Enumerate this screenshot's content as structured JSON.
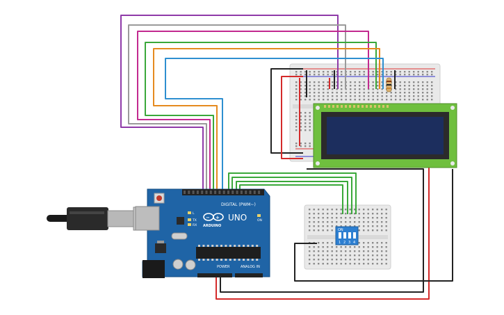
{
  "board": {
    "logo_text": "UNO",
    "brand_text": "ARDUINO",
    "digital_label": "DIGITAL (PWM~)",
    "power_label": "POWER",
    "analog_label": "ANALOG IN",
    "tx_label": "TX",
    "rx_label": "RX",
    "l_label": "L",
    "on_label": "ON"
  },
  "dip_switch": {
    "on_label": "ON",
    "numbers": [
      "1",
      "2",
      "3",
      "4"
    ]
  },
  "colors": {
    "board": "#1f64a6",
    "lcd_green": "#6fbf3e",
    "lcd_screen": "#1c2e5e",
    "breadboard": "#e9e9e9",
    "wire_purple": "#8e3aa8",
    "wire_gray": "#9a9a9a",
    "wire_magenta": "#c2298f",
    "wire_green": "#3aa83a",
    "wire_orange": "#e58a1f",
    "wire_blue": "#2e8fd0",
    "wire_red": "#d42a2a",
    "wire_black": "#222222"
  }
}
